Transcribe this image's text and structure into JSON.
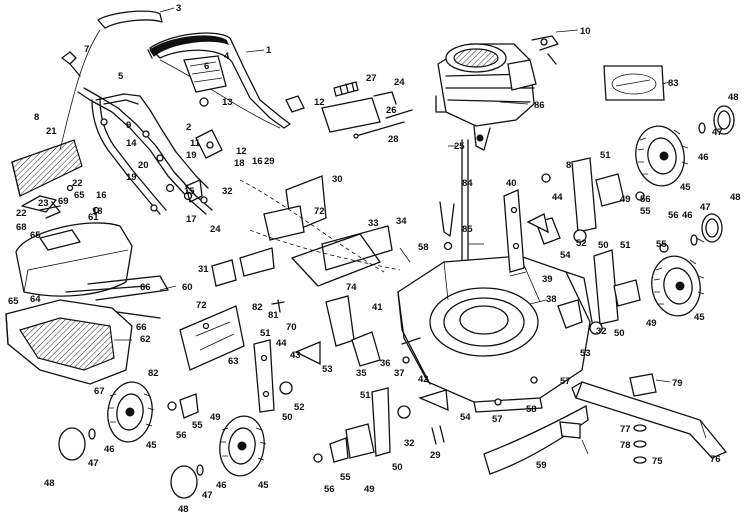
{
  "callouts": [
    {
      "id": "c3",
      "label": "3"
    },
    {
      "id": "c1",
      "label": "1"
    },
    {
      "id": "c7a",
      "label": "7"
    },
    {
      "id": "c5",
      "label": "5"
    },
    {
      "id": "c4",
      "label": "4"
    },
    {
      "id": "c6",
      "label": "6"
    },
    {
      "id": "c13",
      "label": "13"
    },
    {
      "id": "c27",
      "label": "27"
    },
    {
      "id": "c24a",
      "label": "24"
    },
    {
      "id": "c12a",
      "label": "12"
    },
    {
      "id": "c26",
      "label": "26"
    },
    {
      "id": "c28",
      "label": "28"
    },
    {
      "id": "c25",
      "label": "25"
    },
    {
      "id": "c10",
      "label": "10"
    },
    {
      "id": "c86",
      "label": "86"
    },
    {
      "id": "c83",
      "label": "83"
    },
    {
      "id": "c48a",
      "label": "48"
    },
    {
      "id": "c47a",
      "label": "47"
    },
    {
      "id": "c46a",
      "label": "46"
    },
    {
      "id": "c45a",
      "label": "45"
    },
    {
      "id": "c8a",
      "label": "8"
    },
    {
      "id": "c21",
      "label": "21"
    },
    {
      "id": "c9",
      "label": "9"
    },
    {
      "id": "c2",
      "label": "2"
    },
    {
      "id": "c14",
      "label": "14"
    },
    {
      "id": "c11",
      "label": "11"
    },
    {
      "id": "c20",
      "label": "20"
    },
    {
      "id": "c19a",
      "label": "19"
    },
    {
      "id": "c19b",
      "label": "19"
    },
    {
      "id": "c12b",
      "label": "12"
    },
    {
      "id": "c18a",
      "label": "18"
    },
    {
      "id": "c16a",
      "label": "16"
    },
    {
      "id": "c29",
      "label": "29"
    },
    {
      "id": "c30",
      "label": "30"
    },
    {
      "id": "c22a",
      "label": "22"
    },
    {
      "id": "c22b",
      "label": "22"
    },
    {
      "id": "c65a",
      "label": "65"
    },
    {
      "id": "c23",
      "label": "23"
    },
    {
      "id": "c69",
      "label": "69"
    },
    {
      "id": "c68",
      "label": "68"
    },
    {
      "id": "c65b",
      "label": "65"
    },
    {
      "id": "c61",
      "label": "61"
    },
    {
      "id": "c18b",
      "label": "18"
    },
    {
      "id": "c16b",
      "label": "16"
    },
    {
      "id": "c15",
      "label": "15"
    },
    {
      "id": "c17",
      "label": "17"
    },
    {
      "id": "c24b",
      "label": "24"
    },
    {
      "id": "c32",
      "label": "32"
    },
    {
      "id": "c72",
      "label": "72"
    },
    {
      "id": "c33",
      "label": "33"
    },
    {
      "id": "c34",
      "label": "34"
    },
    {
      "id": "c84",
      "label": "84"
    },
    {
      "id": "c85",
      "label": "85"
    },
    {
      "id": "c40",
      "label": "40"
    },
    {
      "id": "c44a",
      "label": "44"
    },
    {
      "id": "c8b",
      "label": "8"
    },
    {
      "id": "c51a",
      "label": "51"
    },
    {
      "id": "c49a",
      "label": "49"
    },
    {
      "id": "c55a",
      "label": "55"
    },
    {
      "id": "c56a",
      "label": "56"
    },
    {
      "id": "c31",
      "label": "31"
    },
    {
      "id": "c74",
      "label": "74"
    },
    {
      "id": "c58a",
      "label": "58"
    },
    {
      "id": "c39",
      "label": "39"
    },
    {
      "id": "c38",
      "label": "38"
    },
    {
      "id": "c54a",
      "label": "54"
    },
    {
      "id": "c52a",
      "label": "52"
    },
    {
      "id": "c50a",
      "label": "50"
    },
    {
      "id": "c51b",
      "label": "51"
    },
    {
      "id": "c55b",
      "label": "55"
    },
    {
      "id": "c56b",
      "label": "56"
    },
    {
      "id": "c46b",
      "label": "46"
    },
    {
      "id": "c47b",
      "label": "47"
    },
    {
      "id": "c48b",
      "label": "48"
    },
    {
      "id": "c45b",
      "label": "45"
    },
    {
      "id": "c49b",
      "label": "49"
    },
    {
      "id": "c53a",
      "label": "53"
    },
    {
      "id": "c50b",
      "label": "50"
    },
    {
      "id": "c32b",
      "label": "32"
    },
    {
      "id": "c60",
      "label": "60"
    },
    {
      "id": "c66a",
      "label": "66"
    },
    {
      "id": "c64",
      "label": "64"
    },
    {
      "id": "c65c",
      "label": "65"
    },
    {
      "id": "c66b",
      "label": "66"
    },
    {
      "id": "c62",
      "label": "62"
    },
    {
      "id": "c72b",
      "label": "72"
    },
    {
      "id": "c82a",
      "label": "82"
    },
    {
      "id": "c81",
      "label": "81"
    },
    {
      "id": "c70",
      "label": "70"
    },
    {
      "id": "c41",
      "label": "41"
    },
    {
      "id": "c35",
      "label": "35"
    },
    {
      "id": "c36",
      "label": "36"
    },
    {
      "id": "c37",
      "label": "37"
    },
    {
      "id": "c44b",
      "label": "44"
    },
    {
      "id": "c43",
      "label": "43"
    },
    {
      "id": "c53b",
      "label": "53"
    },
    {
      "id": "c51c",
      "label": "51"
    },
    {
      "id": "c63",
      "label": "63"
    },
    {
      "id": "c82b",
      "label": "82"
    },
    {
      "id": "c67",
      "label": "67"
    },
    {
      "id": "c49c",
      "label": "49"
    },
    {
      "id": "c55c",
      "label": "55"
    },
    {
      "id": "c56c",
      "label": "56"
    },
    {
      "id": "c52b",
      "label": "52"
    },
    {
      "id": "c42",
      "label": "42"
    },
    {
      "id": "c54b",
      "label": "54"
    },
    {
      "id": "c57a",
      "label": "57"
    },
    {
      "id": "c58b",
      "label": "58"
    },
    {
      "id": "c57b",
      "label": "57"
    },
    {
      "id": "c79",
      "label": "79"
    },
    {
      "id": "c77",
      "label": "77"
    },
    {
      "id": "c78",
      "label": "78"
    },
    {
      "id": "c75",
      "label": "75"
    },
    {
      "id": "c76",
      "label": "76"
    },
    {
      "id": "c45c",
      "label": "45"
    },
    {
      "id": "c46c",
      "label": "46"
    },
    {
      "id": "c47c",
      "label": "47"
    },
    {
      "id": "c48c",
      "label": "48"
    },
    {
      "id": "c51d",
      "label": "51"
    },
    {
      "id": "c32c",
      "label": "32"
    },
    {
      "id": "c50c",
      "label": "50"
    },
    {
      "id": "c29b",
      "label": "29"
    },
    {
      "id": "c59",
      "label": "59"
    },
    {
      "id": "c50d",
      "label": "50"
    },
    {
      "id": "c56d",
      "label": "56"
    },
    {
      "id": "c55d",
      "label": "55"
    },
    {
      "id": "c49d",
      "label": "49"
    },
    {
      "id": "c45d",
      "label": "45"
    },
    {
      "id": "c46d",
      "label": "46"
    },
    {
      "id": "c47d",
      "label": "47"
    },
    {
      "id": "c48d",
      "label": "48"
    }
  ]
}
